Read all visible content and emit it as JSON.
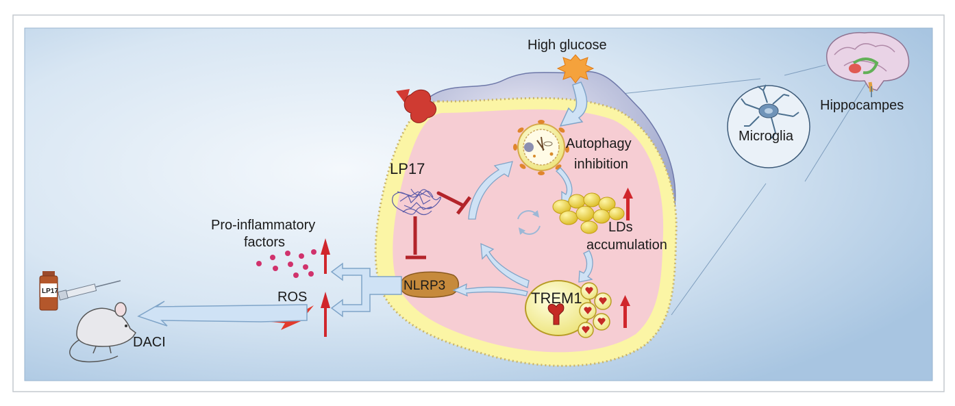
{
  "labels": {
    "high_glucose": "High glucose",
    "hippocampes": "Hippocampes",
    "microglia": "Microglia",
    "autophagy_line1": "Autophagy",
    "autophagy_line2": "inhibition",
    "lp17": "LP17",
    "lds_line1": "LDs",
    "lds_line2": "accumulation",
    "pro_inflammatory_line1": "Pro-inflammatory",
    "pro_inflammatory_line2": "factors",
    "ros": "ROS",
    "nlrp3": "NLRP3",
    "trem1": "TREM1",
    "daci": "DACI",
    "vial_label": "LP17"
  },
  "colors": {
    "background_light": "#dfeaf5",
    "background_dark": "#a9c6e2",
    "cell_outer": "#fbf5a5",
    "cell_inner": "#f6cdd3",
    "membrane": "#c9b46a",
    "inhibit_red": "#b3242a",
    "increase_red": "#d0262c",
    "arrow_fill": "#cfe2f5",
    "arrow_stroke": "#7fa4c8",
    "nlrp3_fill": "#c68a3c",
    "lipid_yellow": "#f2dc3c"
  }
}
